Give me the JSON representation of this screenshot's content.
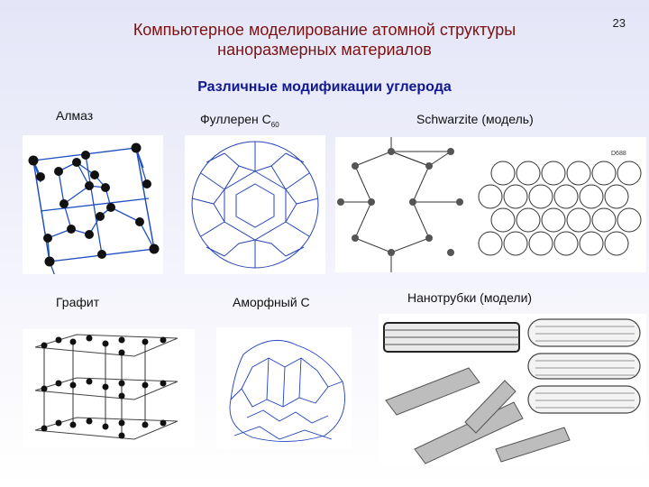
{
  "slide": {
    "title_line1": "Компьютерное моделирование атомной структуры",
    "title_line2": "наноразмерных материалов",
    "page_number": "23",
    "subtitle": "Различные модификации углерода"
  },
  "labels": {
    "diamond": "Алмаз",
    "fullerene": "Фуллерен С",
    "fullerene_sub": "60",
    "schwarzite": "Schwarzite (модель)",
    "graphite": "Графит",
    "amorphous": "Аморфный С",
    "nanotubes": "Нанотрубки (модели)"
  },
  "figure_text": {
    "schwarzite_tag": "D688"
  },
  "colors": {
    "title": "#7a1212",
    "subtitle": "#101890",
    "bond_blue": "#2050c0",
    "atom": "#111111"
  }
}
